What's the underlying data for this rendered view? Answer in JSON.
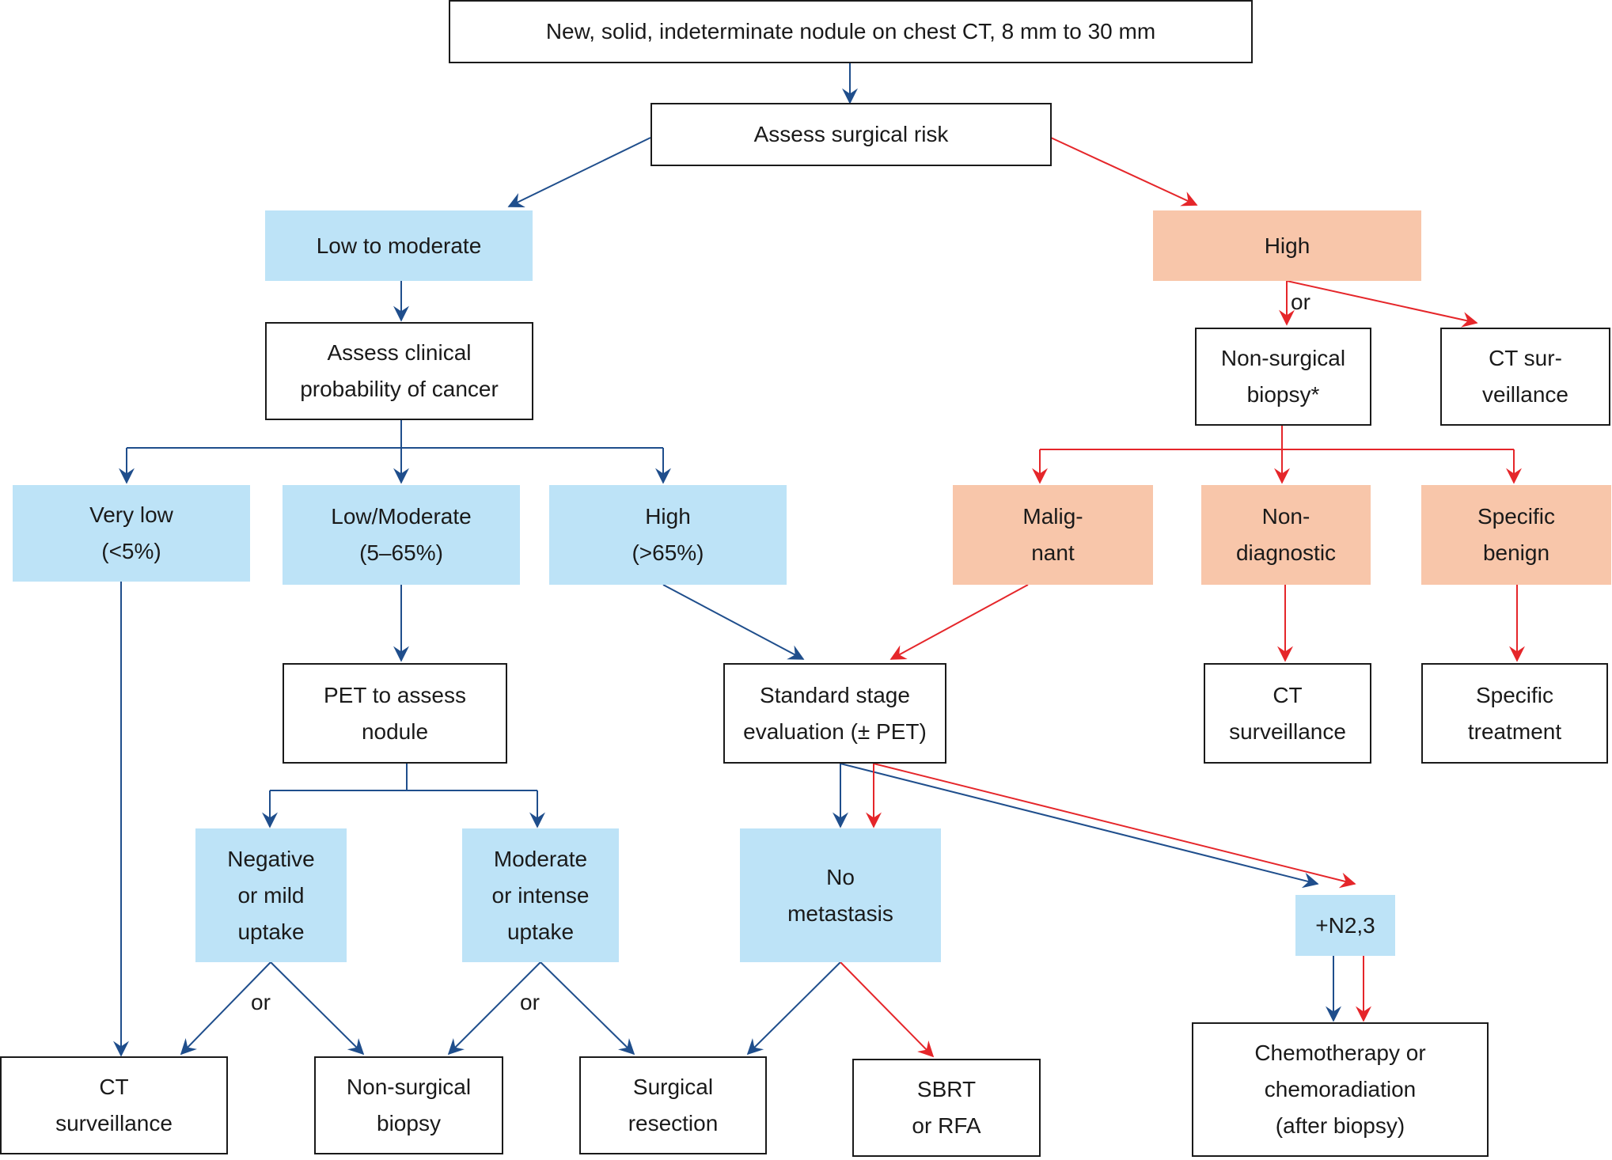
{
  "colors": {
    "blue_arrow": "#1f4e8c",
    "red_arrow": "#e5262a",
    "blue_fill": "#bde3f7",
    "peach_fill": "#f8c6aa",
    "border": "#1a1a1a"
  },
  "nodes": {
    "start": "New, solid, indeterminate nodule on chest CT, 8 mm to 30 mm",
    "assess_surgical_risk": "Assess surgical risk",
    "low_to_moderate": "Low to moderate",
    "high_risk": "High",
    "assess_clinical_probability": "Assess clinical\nprobability of cancer",
    "very_low": "Very low\n(<5%)",
    "low_moderate": "Low/Moderate\n(5–65%)",
    "high_probability": "High\n(>65%)",
    "pet_assess": "PET to assess\nnodule",
    "standard_stage": "Standard stage\nevaluation (± PET)",
    "negative_uptake": "Negative\nor mild\nuptake",
    "moderate_uptake": "Moderate\nor intense\nuptake",
    "no_metastasis": "No\nmetastasis",
    "n23": "+N2,3",
    "ct_surveillance_left": "CT\nsurveillance",
    "non_surgical_biopsy_left": "Non-surgical\nbiopsy",
    "surgical_resection": "Surgical\nresection",
    "sbrt_rfa": "SBRT\nor RFA",
    "chemo": "Chemotherapy or\nchemoradiation\n(after biopsy)",
    "non_surgical_biopsy_right": "Non-surgical\nbiopsy*",
    "ct_surveillance_top_right": "CT sur-\nveillance",
    "malignant": "Malig-\nnant",
    "non_diagnostic": "Non-\ndiagnostic",
    "specific_benign": "Specific\nbenign",
    "ct_surveillance_right": "CT\nsurveillance",
    "specific_treatment": "Specific\ntreatment"
  },
  "labels": {
    "or_high": "or",
    "or_negative": "or",
    "or_moderate": "or"
  }
}
